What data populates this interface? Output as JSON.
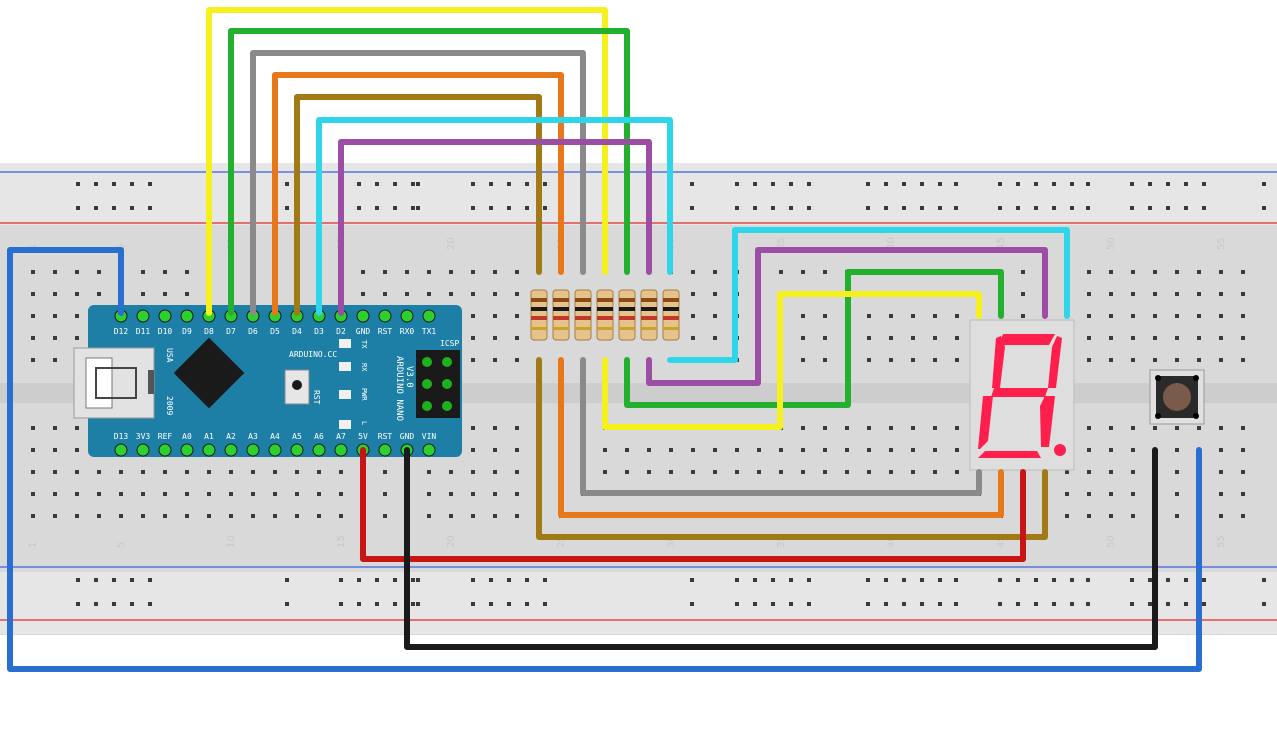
{
  "board": {
    "name": "ARDUINO NANO",
    "brand": "ARDUINO.CC",
    "version": "V3.0",
    "year": "2009",
    "usb_label": "USA",
    "rst_label": "RST",
    "icsp_label": "ICSP",
    "led_labels": [
      "TX",
      "RX",
      "PWR",
      "L"
    ],
    "top_pins": [
      "D12",
      "D11",
      "D10",
      "D9",
      "D8",
      "D7",
      "D6",
      "D5",
      "D4",
      "D3",
      "D2",
      "GND",
      "RST",
      "RX0",
      "TX1"
    ],
    "bottom_pins": [
      "D13",
      "3V3",
      "REF",
      "A0",
      "A1",
      "A2",
      "A3",
      "A4",
      "A5",
      "A6",
      "A7",
      "5V",
      "RST",
      "GND",
      "VIN"
    ]
  },
  "breadboard": {
    "column_numbers": [
      "1",
      "5",
      "10",
      "15",
      "20",
      "25",
      "30",
      "35",
      "40",
      "45",
      "50",
      "55"
    ]
  },
  "components": {
    "resistor_count": 7,
    "display_type": "7-segment",
    "button": "push-button"
  },
  "colors": {
    "breadboard": "#dcdcdc",
    "board": "#1e7fa6",
    "display_segment": "#ff1f4d",
    "rail_red": "#e03a3a",
    "rail_blue": "#3a5fd0",
    "wire_yellow": "#f5f01e",
    "wire_green": "#22b02e",
    "wire_gray": "#8a8a8a",
    "wire_orange": "#e8761a",
    "wire_brown": "#a27a15",
    "wire_cyan": "#2fd5e8",
    "wire_purple": "#9b4ea3",
    "wire_red": "#c81414",
    "wire_black": "#1a1a1a",
    "wire_blue": "#2a6fd0"
  }
}
